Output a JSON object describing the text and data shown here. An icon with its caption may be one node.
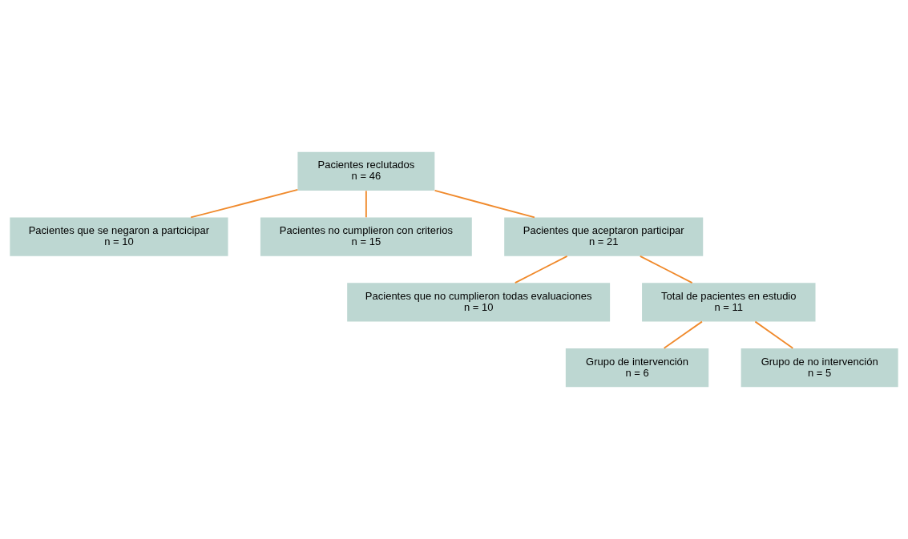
{
  "diagram": {
    "nodes": [
      {
        "text": [
          "Pacientes reclutados",
          "n = 46"
        ]
      },
      {
        "text": [
          "Pacientes que se negaron a partcicipar",
          "n = 10"
        ]
      },
      {
        "text": [
          "Pacientes no cumplieron con criterios",
          "n = 15"
        ]
      },
      {
        "text": [
          "Pacientes que aceptaron participar",
          "n = 21"
        ]
      },
      {
        "text": [
          "Pacientes que no cumplieron todas evaluaciones",
          "n = 10"
        ]
      },
      {
        "text": [
          "Total de pacientes en estudio",
          "n = 11"
        ]
      },
      {
        "text": [
          "Grupo de intervención",
          "n = 6"
        ]
      },
      {
        "text": [
          "Grupo de no intervención",
          "n = 5"
        ]
      }
    ],
    "edges": [
      {
        "from": 0,
        "to": 1,
        "arrow": "none"
      },
      {
        "from": 0,
        "to": 2,
        "arrow": "none"
      },
      {
        "from": 0,
        "to": 3,
        "arrow": "none"
      },
      {
        "from": 3,
        "to": 4,
        "arrow": "none"
      },
      {
        "from": 3,
        "to": 5,
        "arrow": "none"
      },
      {
        "from": 5,
        "to": 6,
        "arrow": "none"
      },
      {
        "from": 5,
        "to": 7,
        "arrow": "none"
      }
    ]
  }
}
